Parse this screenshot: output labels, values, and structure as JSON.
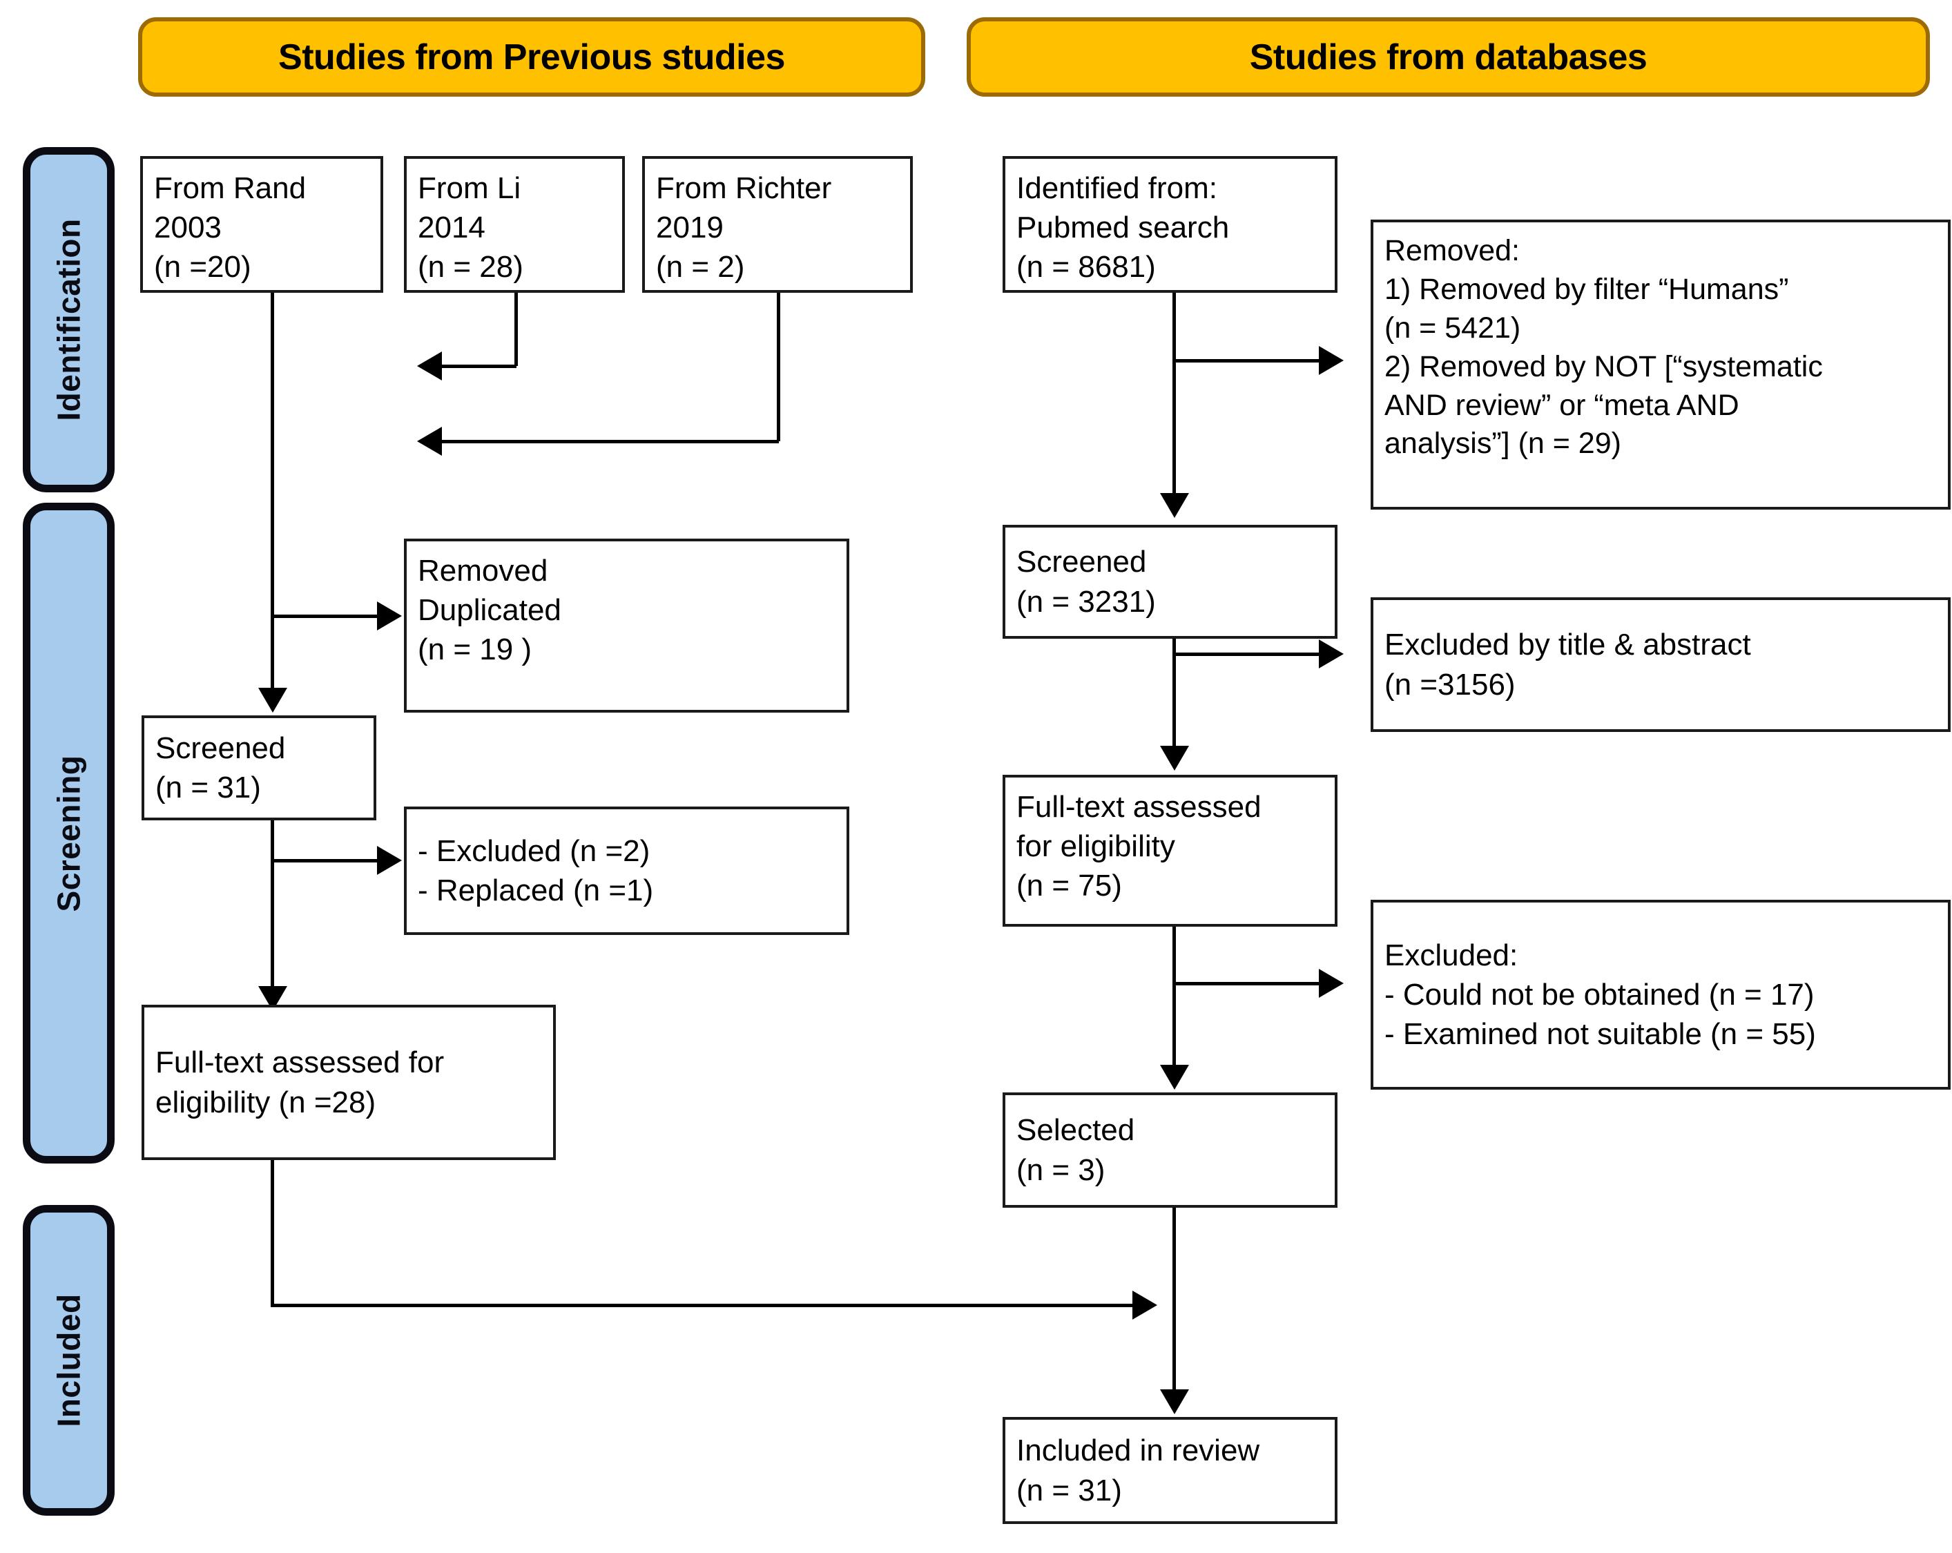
{
  "colors": {
    "header_fill": "#FFC000",
    "header_border": "#9C6B06",
    "stage_fill": "#A6CBEC",
    "stage_border": "#0B0B14",
    "box_border": "#1A1A1A",
    "line": "#000000",
    "page_background": "#FFFFFF"
  },
  "headers": {
    "left": "Studies from Previous studies",
    "right": "Studies from databases"
  },
  "stages": [
    {
      "id": "identification",
      "label": "Identification"
    },
    {
      "id": "screening",
      "label": "Screening"
    },
    {
      "id": "included",
      "label": "Included"
    }
  ],
  "left_column": {
    "sources": [
      {
        "id": "rand",
        "text": "From Rand\n2003\n   (n =20)"
      },
      {
        "id": "li",
        "text": "From Li\n2014\n   (n = 28)"
      },
      {
        "id": "richter",
        "text": "From Richter\n2019\n  (n = 2)"
      }
    ],
    "removed_duplicated": "Removed\n    Duplicated\n      (n = 19 )",
    "screened": "Screened\n (n = 31)",
    "excluded_replaced": "- Excluded (n =2)\n- Replaced (n =1)",
    "full_text": "Full-text assessed for\neligibility (n =28)"
  },
  "right_column": {
    "identified": "Identified from:\nPubmed search\n  (n = 8681)",
    "removed": "Removed:\n1) Removed by filter “Humans”\n     (n = 5421)\n2) Removed by NOT [“systematic\n     AND review”  or “meta AND\n     analysis”]  (n = 29)",
    "screened": "Screened\n (n = 3231)",
    "excluded_title_abstract": "Excluded by title & abstract\n(n =3156)",
    "full_text": "Full-text assessed\nfor eligibility\n  (n = 75)",
    "excluded_detail": "Excluded:\n- Could not be obtained (n = 17)\n- Examined not suitable (n = 55)",
    "selected": "Selected\n  (n = 3)",
    "included": "Included in review\n   (n = 31)"
  },
  "chart_data": {
    "type": "diagram",
    "title": "PRISMA flow diagram",
    "nodes": [
      {
        "id": "rand",
        "label": "From Rand 2003",
        "n": 20
      },
      {
        "id": "li",
        "label": "From Li 2014",
        "n": 28
      },
      {
        "id": "richter",
        "label": "From Richter 2019",
        "n": 2
      },
      {
        "id": "dup",
        "label": "Removed Duplicated",
        "n": 19
      },
      {
        "id": "screened_left",
        "label": "Screened",
        "n": 31
      },
      {
        "id": "excl_left",
        "label": "Excluded",
        "n": 2
      },
      {
        "id": "repl_left",
        "label": "Replaced",
        "n": 1
      },
      {
        "id": "fulltext_left",
        "label": "Full-text assessed for eligibility",
        "n": 28
      },
      {
        "id": "identified",
        "label": "Identified from: Pubmed search",
        "n": 8681
      },
      {
        "id": "rm_humans",
        "label": "Removed by filter “Humans”",
        "n": 5421
      },
      {
        "id": "rm_not",
        "label": "Removed by NOT [“systematic AND review” or “meta AND analysis”]",
        "n": 29
      },
      {
        "id": "screened_right",
        "label": "Screened",
        "n": 3231
      },
      {
        "id": "excl_title",
        "label": "Excluded by title & abstract",
        "n": 3156
      },
      {
        "id": "fulltext_right",
        "label": "Full-text assessed for eligibility",
        "n": 75
      },
      {
        "id": "not_obtained",
        "label": "Could not be obtained",
        "n": 17
      },
      {
        "id": "not_suitable",
        "label": "Examined not suitable",
        "n": 55
      },
      {
        "id": "selected",
        "label": "Selected",
        "n": 3
      },
      {
        "id": "included",
        "label": "Included in review",
        "n": 31
      }
    ]
  }
}
